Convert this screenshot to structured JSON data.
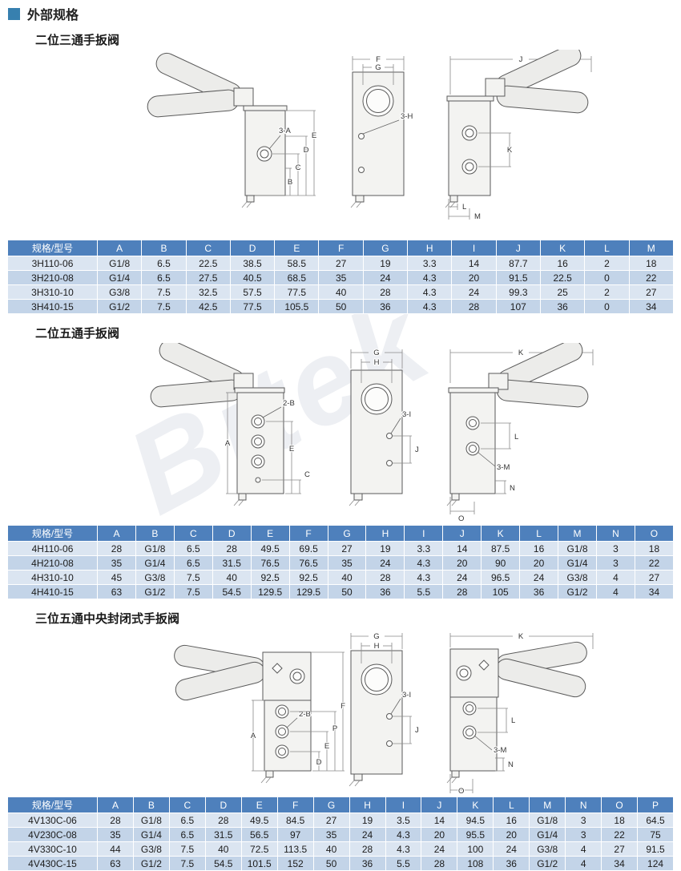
{
  "page": {
    "title": "外部规格",
    "watermark": "Bitek"
  },
  "sections": [
    {
      "title": "二位三通手扳阀",
      "drawing": {
        "labels": {
          "a3": "3-A",
          "b": "B",
          "c": "C",
          "d": "D",
          "e": "E",
          "f": "F",
          "g": "G",
          "h3": "3-H",
          "j": "J",
          "k": "K",
          "l": "L",
          "m": "M"
        }
      },
      "table": {
        "headers": [
          "规格/型号",
          "A",
          "B",
          "C",
          "D",
          "E",
          "F",
          "G",
          "H",
          "I",
          "J",
          "K",
          "L",
          "M"
        ],
        "rows": [
          [
            "3H110-06",
            "G1/8",
            "6.5",
            "22.5",
            "38.5",
            "58.5",
            "27",
            "19",
            "3.3",
            "14",
            "87.7",
            "16",
            "2",
            "18"
          ],
          [
            "3H210-08",
            "G1/4",
            "6.5",
            "27.5",
            "40.5",
            "68.5",
            "35",
            "24",
            "4.3",
            "20",
            "91.5",
            "22.5",
            "0",
            "22"
          ],
          [
            "3H310-10",
            "G3/8",
            "7.5",
            "32.5",
            "57.5",
            "77.5",
            "40",
            "28",
            "4.3",
            "24",
            "99.3",
            "25",
            "2",
            "27"
          ],
          [
            "3H410-15",
            "G1/2",
            "7.5",
            "42.5",
            "77.5",
            "105.5",
            "50",
            "36",
            "4.3",
            "28",
            "107",
            "36",
            "0",
            "34"
          ]
        ]
      }
    },
    {
      "title": "二位五通手扳阀",
      "drawing": {
        "labels": {
          "b2": "2-B",
          "a": "A",
          "c": "C",
          "e": "E",
          "g": "G",
          "h": "H",
          "i3": "3-I",
          "j": "J",
          "k": "K",
          "l": "L",
          "m3": "3-M",
          "n": "N",
          "o": "O"
        }
      },
      "table": {
        "headers": [
          "规格/型号",
          "A",
          "B",
          "C",
          "D",
          "E",
          "F",
          "G",
          "H",
          "I",
          "J",
          "K",
          "L",
          "M",
          "N",
          "O"
        ],
        "rows": [
          [
            "4H110-06",
            "28",
            "G1/8",
            "6.5",
            "28",
            "49.5",
            "69.5",
            "27",
            "19",
            "3.3",
            "14",
            "87.5",
            "16",
            "G1/8",
            "3",
            "18"
          ],
          [
            "4H210-08",
            "35",
            "G1/4",
            "6.5",
            "31.5",
            "76.5",
            "76.5",
            "35",
            "24",
            "4.3",
            "20",
            "90",
            "20",
            "G1/4",
            "3",
            "22"
          ],
          [
            "4H310-10",
            "45",
            "G3/8",
            "7.5",
            "40",
            "92.5",
            "92.5",
            "40",
            "28",
            "4.3",
            "24",
            "96.5",
            "24",
            "G3/8",
            "4",
            "27"
          ],
          [
            "4H410-15",
            "63",
            "G1/2",
            "7.5",
            "54.5",
            "129.5",
            "129.5",
            "50",
            "36",
            "5.5",
            "28",
            "105",
            "36",
            "G1/2",
            "4",
            "34"
          ]
        ]
      }
    },
    {
      "title": "三位五通中央封闭式手扳阀",
      "drawing": {
        "labels": {
          "b2": "2-B",
          "a": "A",
          "d": "D",
          "e": "E",
          "p": "P",
          "f": "F",
          "g": "G",
          "h": "H",
          "i3": "3-I",
          "j": "J",
          "k": "K",
          "l": "L",
          "m3": "3-M",
          "n": "N",
          "o": "O"
        }
      },
      "table": {
        "headers": [
          "规格/型号",
          "A",
          "B",
          "C",
          "D",
          "E",
          "F",
          "G",
          "H",
          "I",
          "J",
          "K",
          "L",
          "M",
          "N",
          "O",
          "P"
        ],
        "rows": [
          [
            "4V130C-06",
            "28",
            "G1/8",
            "6.5",
            "28",
            "49.5",
            "84.5",
            "27",
            "19",
            "3.5",
            "14",
            "94.5",
            "16",
            "G1/8",
            "3",
            "18",
            "64.5"
          ],
          [
            "4V230C-08",
            "35",
            "G1/4",
            "6.5",
            "31.5",
            "56.5",
            "97",
            "35",
            "24",
            "4.3",
            "20",
            "95.5",
            "20",
            "G1/4",
            "3",
            "22",
            "75"
          ],
          [
            "4V330C-10",
            "44",
            "G3/8",
            "7.5",
            "40",
            "72.5",
            "113.5",
            "40",
            "28",
            "4.3",
            "24",
            "100",
            "24",
            "G3/8",
            "4",
            "27",
            "91.5"
          ],
          [
            "4V430C-15",
            "63",
            "G1/2",
            "7.5",
            "54.5",
            "101.5",
            "152",
            "50",
            "36",
            "5.5",
            "28",
            "108",
            "36",
            "G1/2",
            "4",
            "34",
            "124"
          ]
        ]
      }
    }
  ]
}
